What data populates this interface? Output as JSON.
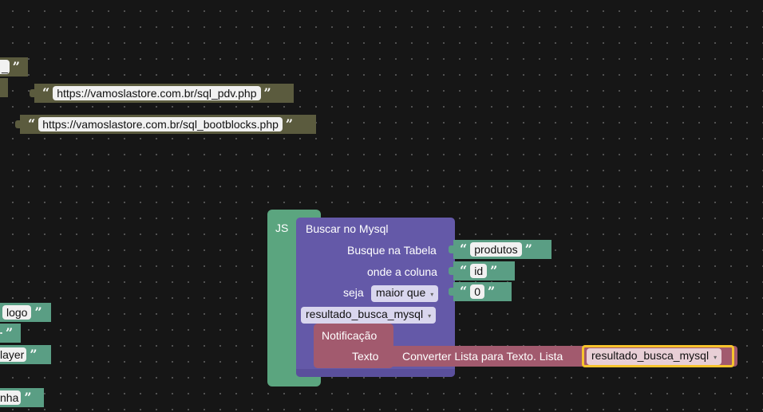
{
  "strings": {
    "url_pdv": "https://vamoslastore.com.br/sql_pdv.php",
    "url_bootblocks": "https://vamoslastore.com.br/sql_bootblocks.php",
    "left_logo": "logo",
    "left_player": "layer",
    "left_nha": "nha",
    "left_top": "_",
    "left_empty": ""
  },
  "js_block": {
    "label": "JS"
  },
  "mysql": {
    "title": "Buscar no Mysql",
    "table_label": "Busque na Tabela",
    "table_value": "produtos",
    "column_label": "onde a coluna",
    "column_value": "id",
    "condition_label": "seja",
    "operator": "maior que",
    "value": "0",
    "result_var": "resultado_busca_mysql"
  },
  "notification": {
    "title": "Notificação",
    "text_label": "Texto",
    "convert_label": "Converter Lista para Texto. Lista",
    "list_var": "resultado_busca_mysql"
  },
  "glyphs": {
    "open_quote": "“",
    "close_quote": "”",
    "dropdown": "▾"
  },
  "colors": {
    "text_block": "#5b5b3e",
    "string_block": "#5a9e84",
    "js_block": "#5ba57f",
    "mysql_block": "#6459a8",
    "notification_block": "#a25a6e",
    "selected_outline": "#f7c42d",
    "workspace": "#161616"
  }
}
